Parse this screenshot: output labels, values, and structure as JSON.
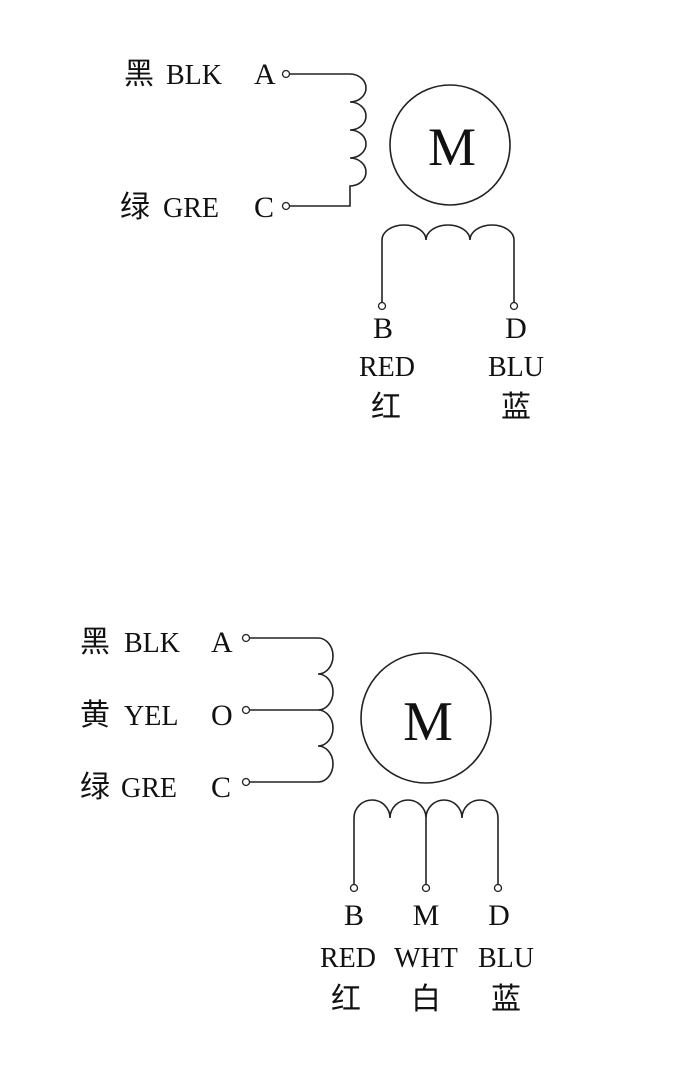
{
  "diagram1": {
    "motor_label": "M",
    "left_leads": [
      {
        "cn": "黑",
        "code": "BLK",
        "pin": "A"
      },
      {
        "cn": "绿",
        "code": "GRE",
        "pin": "C"
      }
    ],
    "bottom_leads": [
      {
        "pin": "B",
        "code": "RED",
        "cn": "红"
      },
      {
        "pin": "D",
        "code": "BLU",
        "cn": "蓝"
      }
    ]
  },
  "diagram2": {
    "motor_label": "M",
    "left_leads": [
      {
        "cn": "黑",
        "code": "BLK",
        "pin": "A"
      },
      {
        "cn": "黄",
        "code": "YEL",
        "pin": "O"
      },
      {
        "cn": "绿",
        "code": "GRE",
        "pin": "C"
      }
    ],
    "bottom_leads": [
      {
        "pin": "B",
        "code": "RED",
        "cn": "红"
      },
      {
        "pin": "M",
        "code": "WHT",
        "cn": "白"
      },
      {
        "pin": "D",
        "code": "BLU",
        "cn": "蓝"
      }
    ]
  },
  "colors": {
    "line": "#222222",
    "text": "#111111",
    "background": "#ffffff"
  }
}
